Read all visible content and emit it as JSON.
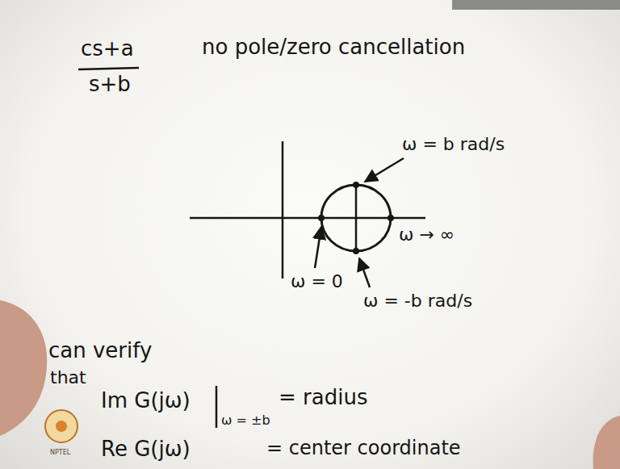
{
  "diagram": {
    "labels": [
      "cs+a",
      "s+b",
      "no pole/zero cancellation",
      "ω = b rad/s",
      "ω → ∞",
      "ω = 0",
      "ω = -b rad/s",
      "can verify",
      "that",
      "Im G(jω)",
      "ω = ±b",
      "= radius",
      "Re G(jω)",
      "= center coordinate",
      "NPTEL"
    ]
  }
}
